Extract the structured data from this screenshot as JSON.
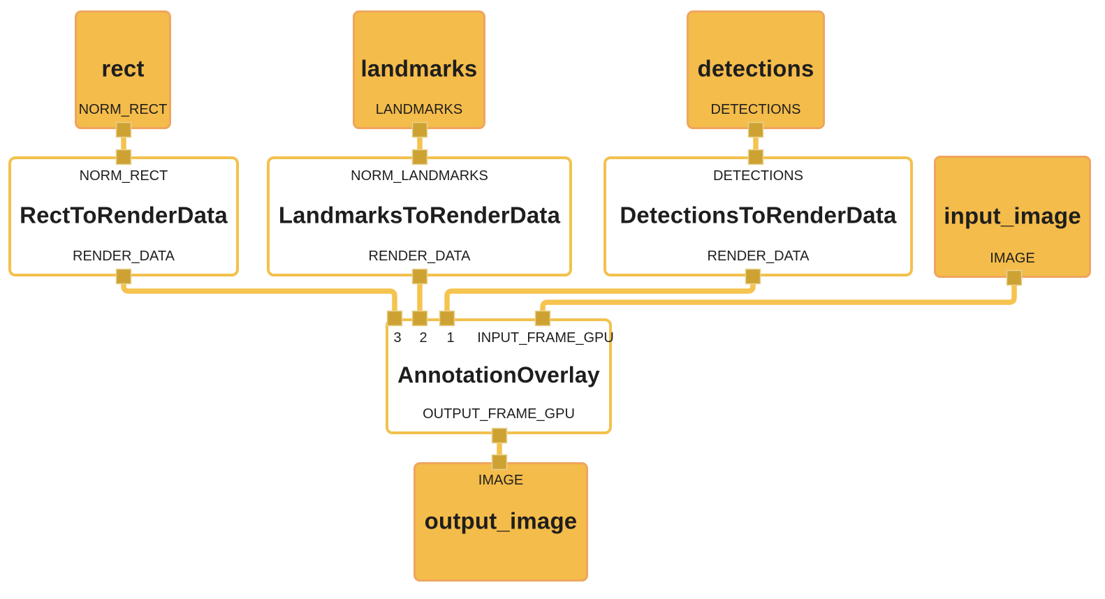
{
  "diagram": {
    "type": "mediapipe-graph",
    "colors": {
      "background": "#ffffff",
      "stream_node_fill": "#f4bc4a",
      "stream_node_border": "#efa55f",
      "calculator_node_fill": "#ffffff",
      "calculator_node_border": "#f2c14e",
      "edge": "#f5c34f",
      "port_connector": "#cda233",
      "text": "#1e1e1e"
    },
    "nodes": {
      "rect": {
        "title": "rect",
        "output_label": "NORM_RECT"
      },
      "landmarks": {
        "title": "landmarks",
        "output_label": "LANDMARKS"
      },
      "detections": {
        "title": "detections",
        "output_label": "DETECTIONS"
      },
      "input_image": {
        "title": "input_image",
        "output_label": "IMAGE"
      },
      "rect_to_render_data": {
        "input_label": "NORM_RECT",
        "title": "RectToRenderData",
        "output_label": "RENDER_DATA"
      },
      "landmarks_to_render_data": {
        "input_label": "NORM_LANDMARKS",
        "title": "LandmarksToRenderData",
        "output_label": "RENDER_DATA"
      },
      "detections_to_render_data": {
        "input_label": "DETECTIONS",
        "title": "DetectionsToRenderData",
        "output_label": "RENDER_DATA"
      },
      "annotation_overlay": {
        "input_ports": [
          "3",
          "2",
          "1",
          "INPUT_FRAME_GPU"
        ],
        "title": "AnnotationOverlay",
        "output_label": "OUTPUT_FRAME_GPU"
      },
      "output_image": {
        "input_label": "IMAGE",
        "title": "output_image"
      }
    },
    "edges": [
      {
        "from": "rect:NORM_RECT",
        "to": "RectToRenderData:NORM_RECT"
      },
      {
        "from": "landmarks:LANDMARKS",
        "to": "LandmarksToRenderData:NORM_LANDMARKS"
      },
      {
        "from": "detections:DETECTIONS",
        "to": "DetectionsToRenderData:DETECTIONS"
      },
      {
        "from": "RectToRenderData:RENDER_DATA",
        "to": "AnnotationOverlay:3"
      },
      {
        "from": "LandmarksToRenderData:RENDER_DATA",
        "to": "AnnotationOverlay:2"
      },
      {
        "from": "DetectionsToRenderData:RENDER_DATA",
        "to": "AnnotationOverlay:1"
      },
      {
        "from": "input_image:IMAGE",
        "to": "AnnotationOverlay:INPUT_FRAME_GPU"
      },
      {
        "from": "AnnotationOverlay:OUTPUT_FRAME_GPU",
        "to": "output_image:IMAGE"
      }
    ]
  }
}
